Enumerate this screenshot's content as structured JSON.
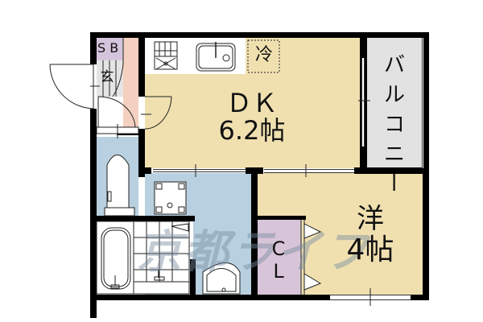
{
  "floorplan": {
    "colors": {
      "wall": "#000000",
      "dk_floor": "#f0e0b0",
      "western_floor": "#f0e0b0",
      "balcony": "#e2e2e2",
      "wet_area": "#b8d0e0",
      "closet": "#d8c4d8",
      "shoebox": "#d4c4dc",
      "hallway": "#f4d0c0",
      "entrance_tile": "#e4e4e4",
      "kitchen_counter": "#ffffff",
      "watermark": "#7a8ea0"
    },
    "rooms": {
      "dk": {
        "name": "ＤＫ",
        "size": "6.2帖"
      },
      "western": {
        "name": "洋",
        "size": "4帖"
      },
      "balcony": {
        "label_chars": [
          "バ",
          "ル",
          "コ",
          "ニ",
          "ー"
        ]
      },
      "closet": {
        "line1": "C",
        "line2": "L"
      },
      "shoebox": {
        "label": "S B"
      },
      "entrance": {
        "label": "玄"
      },
      "refrigerator": {
        "label": "冷"
      }
    },
    "watermark": {
      "text": "京都ライフ"
    }
  }
}
